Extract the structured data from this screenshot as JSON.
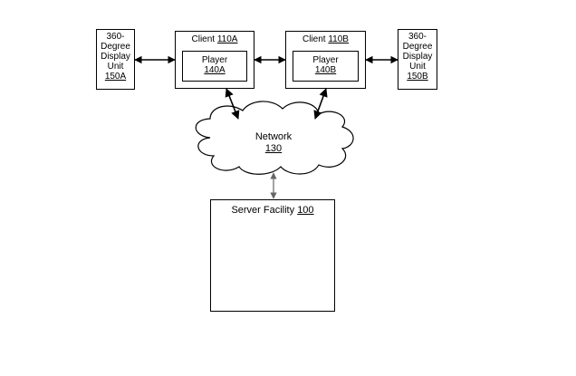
{
  "display_unit_a": {
    "line1": "360-",
    "line2": "Degree",
    "line3": "Display",
    "line4": "Unit",
    "ref": "150A"
  },
  "display_unit_b": {
    "line1": "360-",
    "line2": "Degree",
    "line3": "Display",
    "line4": "Unit",
    "ref": "150B"
  },
  "client_a": {
    "label": "Client",
    "ref": "110A"
  },
  "client_b": {
    "label": "Client",
    "ref": "110B"
  },
  "player_a": {
    "label": "Player",
    "ref": "140A"
  },
  "player_b": {
    "label": "Player",
    "ref": "140B"
  },
  "network": {
    "label": "Network",
    "ref": "130"
  },
  "server": {
    "label": "Server Facility",
    "ref": "100"
  }
}
